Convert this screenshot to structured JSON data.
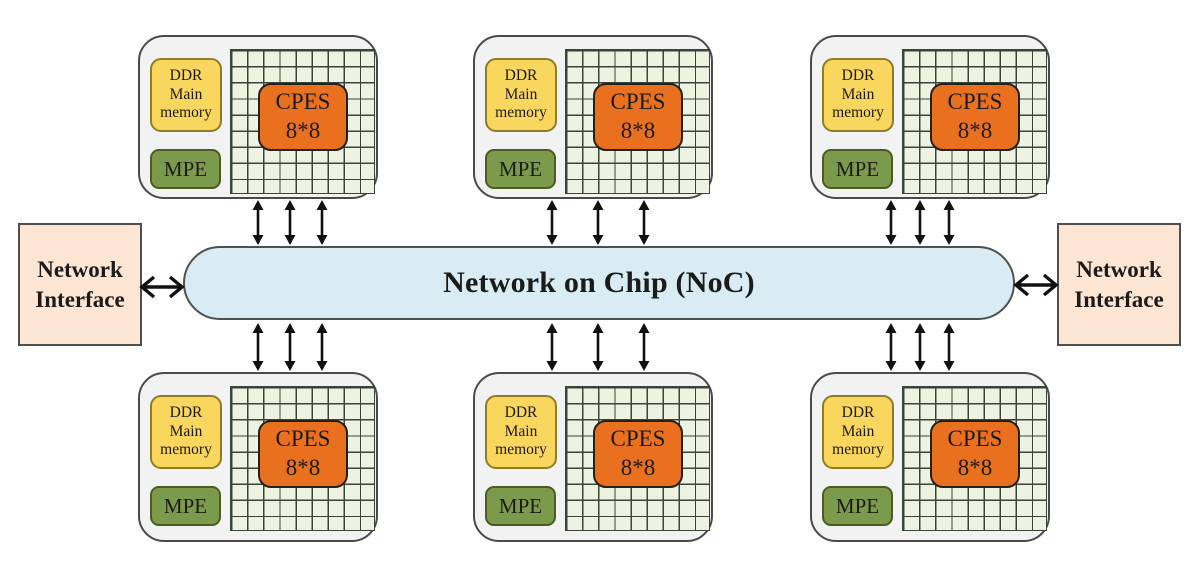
{
  "bus": {
    "label": "Network on Chip (NoC)",
    "fill": "#d9ecf4"
  },
  "network_interface": {
    "lines": [
      "Network",
      "Interface"
    ],
    "fill": "#fce5d2",
    "count": 2
  },
  "tile": {
    "ddr": {
      "lines": [
        "DDR",
        "Main",
        "memory"
      ],
      "fill": "#f9d65e"
    },
    "mpe": {
      "label": "MPE",
      "fill": "#7c9a4c"
    },
    "cpes": {
      "lines": [
        "CPES",
        "8*8"
      ],
      "fill": "#e8701f"
    },
    "grid": {
      "rows": 9,
      "cols": 9,
      "cell_fill": "#edf2e1",
      "line_color": "#39443a"
    }
  },
  "tiles_count": 6,
  "arrow_color": "#111111"
}
